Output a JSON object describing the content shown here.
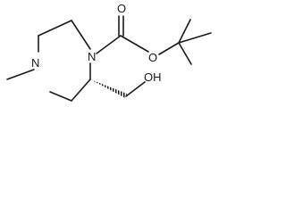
{
  "molecule": {
    "atoms": {
      "ring_n_top": "N",
      "ring_n_left": "N",
      "carbonyl_o": "O",
      "ester_o": "O",
      "hydroxyl": "OH"
    }
  },
  "colors": {
    "bond": "#1a1a1a",
    "background": "#ffffff"
  }
}
